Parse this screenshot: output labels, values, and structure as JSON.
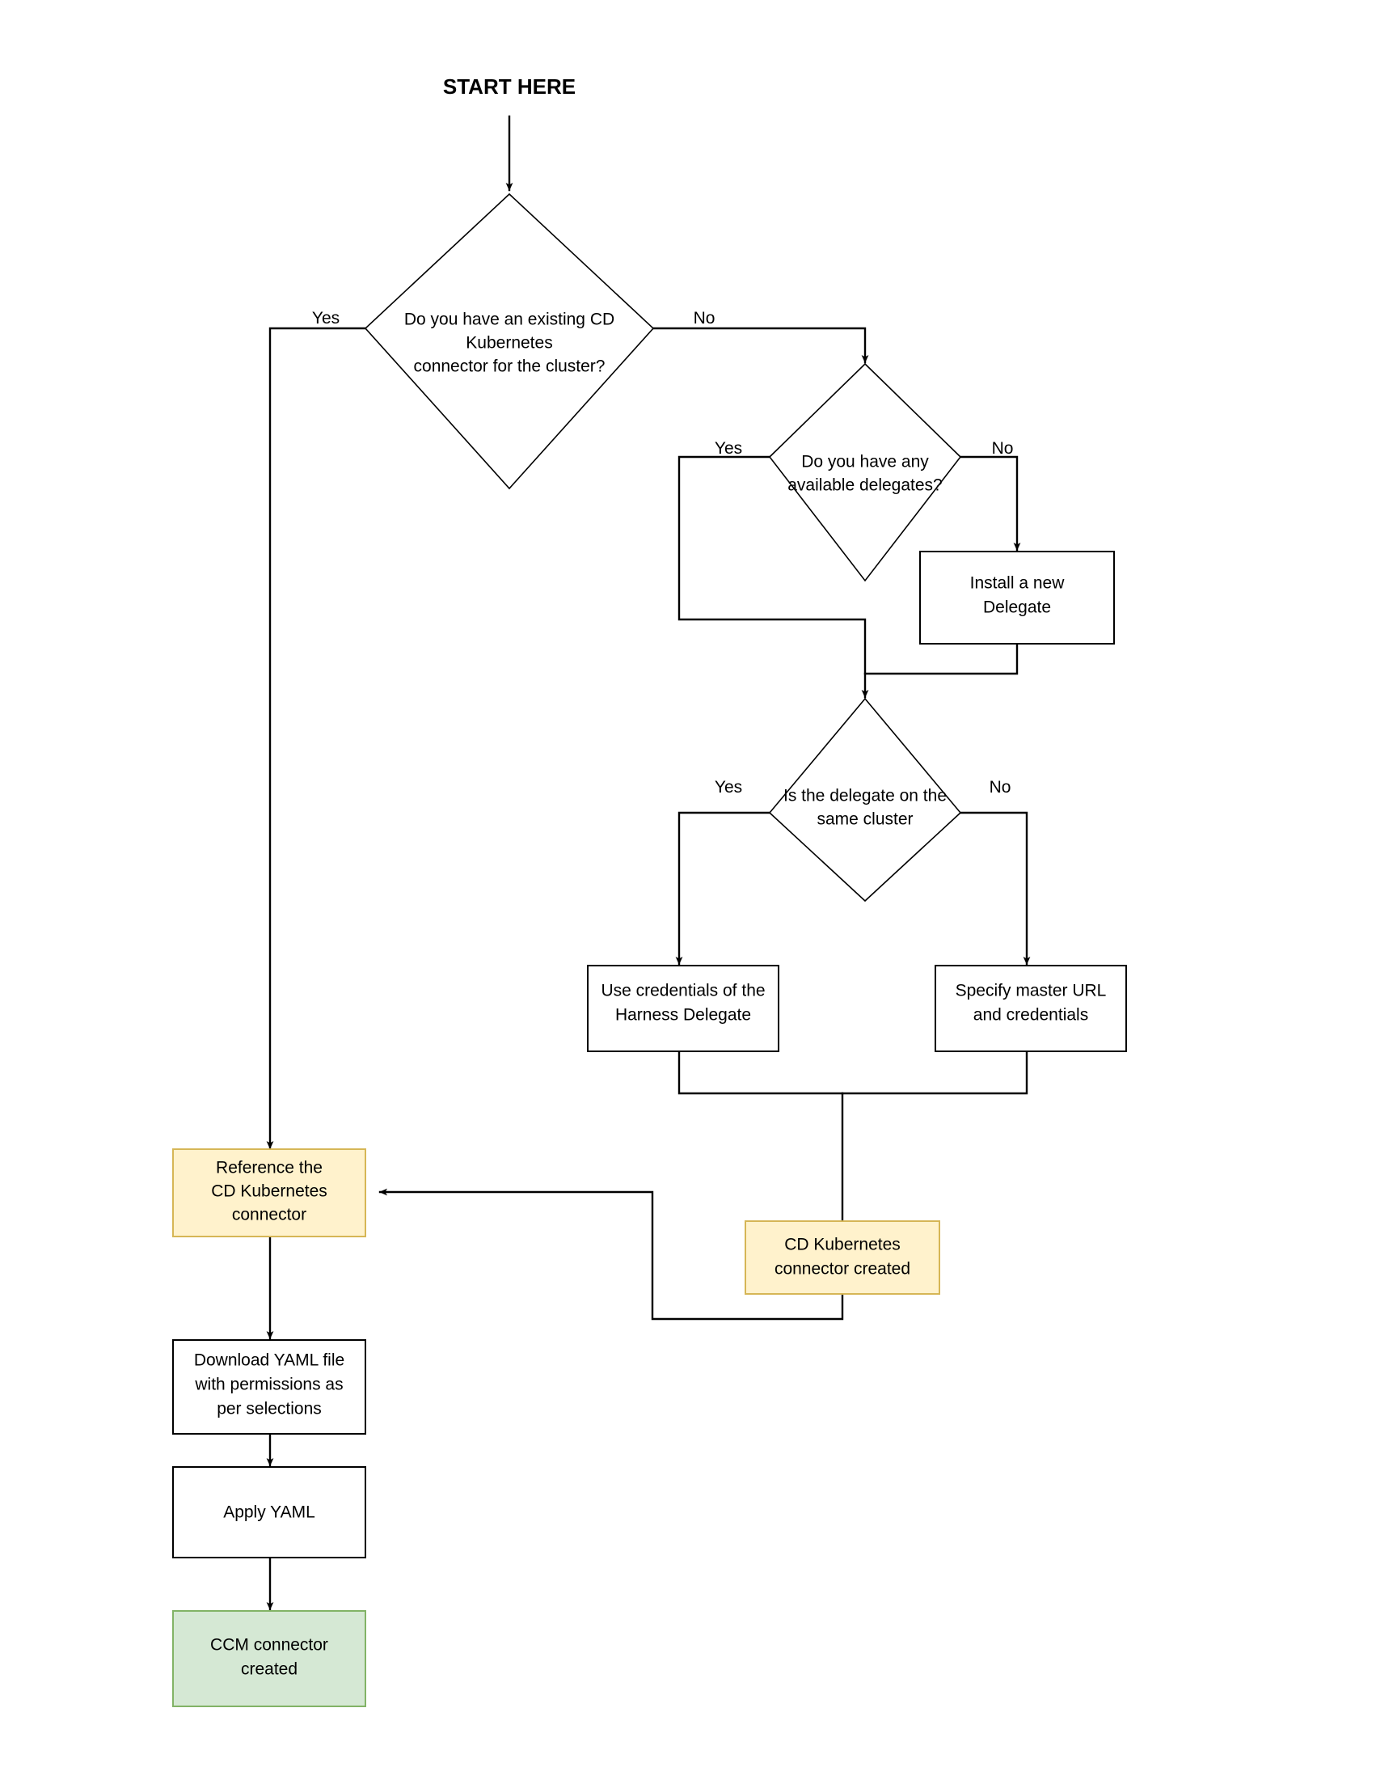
{
  "diagram": {
    "title": "START HERE",
    "colors": {
      "accent_fill": "#FFF2CC",
      "accent_stroke": "#D6B656",
      "success_fill": "#D5E8D4",
      "success_stroke": "#82B366",
      "plain_fill": "#FFFFFF",
      "plain_stroke": "#000000",
      "edge": "#000000",
      "text": "#000000"
    },
    "nodes": {
      "decision_existing_connector": {
        "type": "decision",
        "lines": [
          "Do you have an existing CD",
          "Kubernetes",
          "connector for the cluster?"
        ]
      },
      "decision_available_delegates": {
        "type": "decision",
        "lines": [
          "Do you have any",
          "available delegates?"
        ]
      },
      "process_install_delegate": {
        "type": "process",
        "lines": [
          "Install a new",
          "Delegate"
        ]
      },
      "decision_same_cluster": {
        "type": "decision",
        "lines": [
          "Is the delegate on the",
          "same cluster"
        ]
      },
      "process_use_credentials": {
        "type": "process",
        "lines": [
          "Use credentials of the",
          "Harness Delegate"
        ]
      },
      "process_specify_master_url": {
        "type": "process",
        "lines": [
          "Specify master URL",
          "and credentials"
        ]
      },
      "terminal_cd_connector_created": {
        "type": "terminal-accent",
        "lines": [
          "CD Kubernetes",
          "connector created"
        ]
      },
      "process_reference_connector": {
        "type": "process-accent",
        "lines": [
          "Reference the",
          "CD Kubernetes",
          "connector"
        ]
      },
      "process_download_yaml": {
        "type": "process",
        "lines": [
          "Download YAML file",
          "with permissions as",
          "per selections"
        ]
      },
      "process_apply_yaml": {
        "type": "process",
        "lines": [
          "Apply YAML"
        ]
      },
      "terminal_ccm_connector_created": {
        "type": "terminal-success",
        "lines": [
          "CCM connector",
          "created"
        ]
      }
    },
    "edge_labels": {
      "existing_connector_yes": "Yes",
      "existing_connector_no": "No",
      "delegates_yes": "Yes",
      "delegates_no": "No",
      "same_cluster_yes": "Yes",
      "same_cluster_no": "No"
    }
  }
}
